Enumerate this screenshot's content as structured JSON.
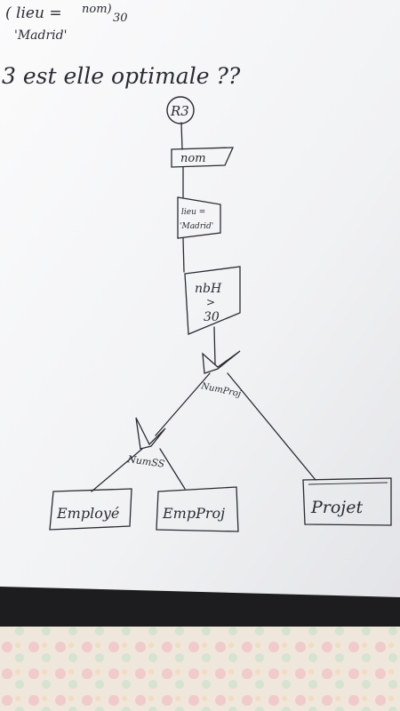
{
  "header": {
    "line1_text": "( lieu =",
    "line1_tail": "nom)",
    "line1_sub": "30",
    "line2_text": "'Madrid'",
    "question": "3 est elle optimale ??"
  },
  "tree": {
    "root": "R3",
    "projection": "nom",
    "selection_lieu_line1": "lieu =",
    "selection_lieu_line2": "'Madrid'",
    "selection_nbh_line1": "nbH",
    "selection_nbh_line2": ">",
    "selection_nbh_line3": "30",
    "join_top_label": "NumProj",
    "join_bottom_label": "NumSS",
    "leaf_left": "Employé",
    "leaf_middle": "EmpProj",
    "leaf_right": "Projet"
  },
  "colors": {
    "ink": "#2a2c33",
    "paper": "#f3f4f6",
    "floor_dark": "#1d1d1f",
    "fabric": "#efe8e0"
  }
}
